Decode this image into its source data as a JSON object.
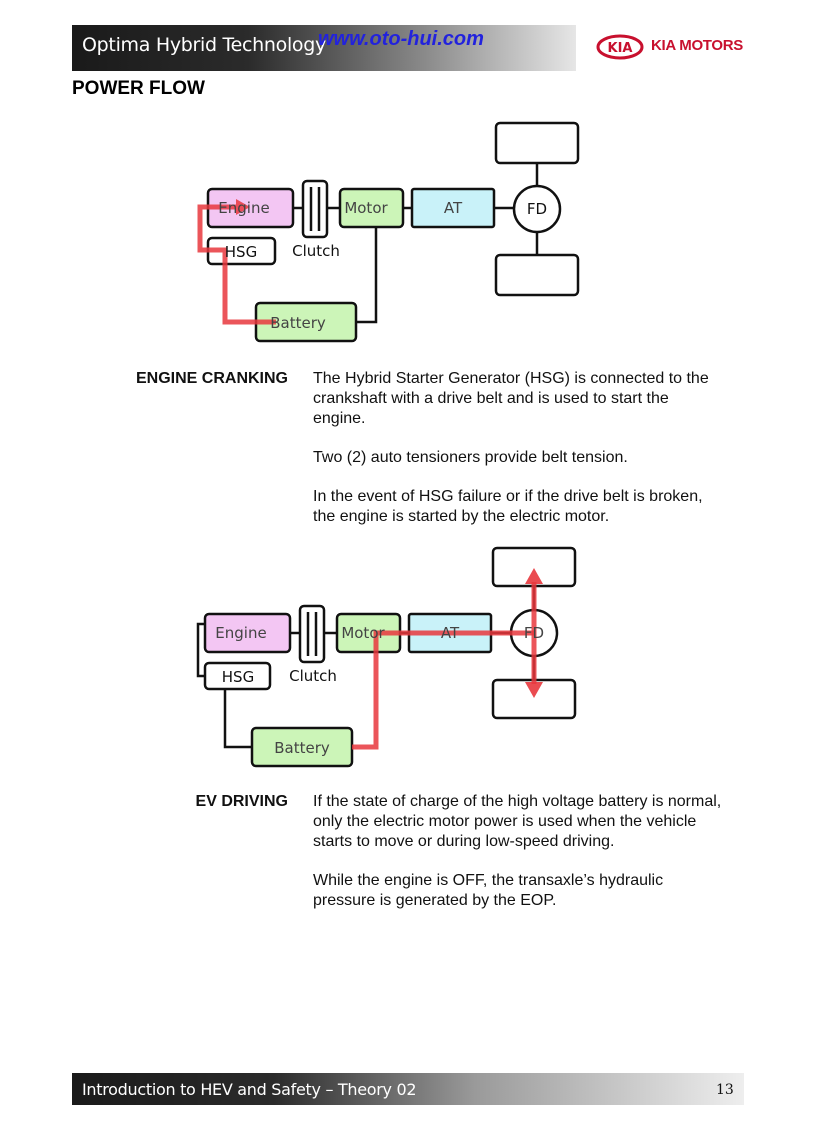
{
  "header": {
    "title": "Optima Hybrid Technology",
    "url": "www.oto-hui.com",
    "brand": "KIA MOTORS",
    "logo_mark": "KIA"
  },
  "page_title": "POWER FLOW",
  "diagram_labels": {
    "engine": "Engine",
    "hsg": "HSG",
    "clutch": "Clutch",
    "motor": "Motor",
    "at": "AT",
    "fd": "FD",
    "battery": "Battery"
  },
  "sections": [
    {
      "label": "ENGINE CRANKING",
      "paragraphs": [
        "The Hybrid Starter Generator (HSG) is connected to the crankshaft with a drive belt and is used to start the engine.",
        "Two (2) auto tensioners provide belt tension.",
        "In the event of HSG failure or if the drive belt is broken, the engine is started by the electric motor."
      ]
    },
    {
      "label": "EV DRIVING",
      "paragraphs": [
        "If the state of charge of the high voltage battery is normal, only the electric motor power is used when the vehicle starts to move or during low-speed driving.",
        "While the engine is OFF, the transaxle’s hydraulic pressure is generated by the EOP."
      ]
    }
  ],
  "footer": {
    "title": "Introduction to HEV and Safety – Theory 02",
    "page_number": "13"
  },
  "colors": {
    "engine_fill": "#f3c6f3",
    "motor_fill": "#ccf5b8",
    "at_fill": "#c9f2f9",
    "battery_fill": "#ccf5b8",
    "flow_arrow": "#e8373d",
    "brand_red": "#c8102e"
  }
}
